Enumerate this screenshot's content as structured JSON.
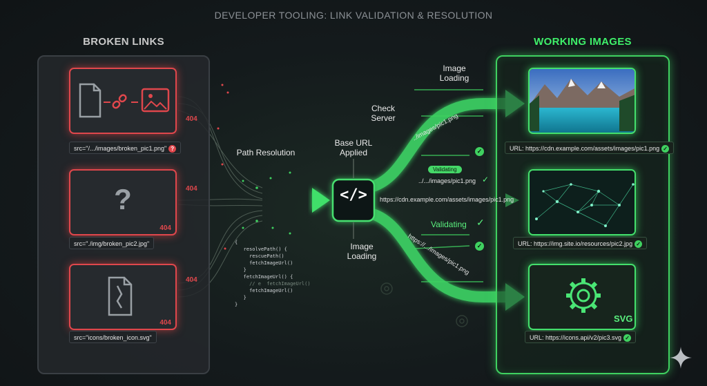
{
  "title": "DEVELOPER TOOLING: LINK VALIDATION & RESOLUTION",
  "broken_panel": {
    "title": "BROKEN LINKS",
    "cards": [
      {
        "icon": "broken-link-file-icon",
        "code": "",
        "src": "src=\"/.../images/broken_pic1.png\""
      },
      {
        "icon": "question-mark-icon",
        "code": "404",
        "src": "src=\"./img/broken_pic2.jpg\""
      },
      {
        "icon": "broken-file-icon",
        "code": "404",
        "src": "src=\"icons/broken_icon.svg\""
      }
    ],
    "side_codes": [
      "404",
      "404",
      "404"
    ]
  },
  "working_panel": {
    "title": "WORKING IMAGES",
    "cards": [
      {
        "icon": "mountain-lake-photo",
        "url": "URL: https://cdn.example.com/assets/images/pic1.png"
      },
      {
        "icon": "network-graph-image",
        "url": "URL: https://img.site.io/resources/pic2.jpg"
      },
      {
        "icon": "gear-icon",
        "url": "URL: https://icons.api/v2/pic3.svg",
        "tag": "SVG"
      }
    ]
  },
  "annotations": {
    "path_resolution": "Path Resolution",
    "base_url": "Base URL Applied",
    "check_server": "Check Server",
    "image_loading_top": "Image Loading",
    "image_loading_bottom": "Image Loading",
    "validating_badge": "Validating",
    "validating": "Validating",
    "path_upper": "../images/pic1.png",
    "path_mid": "../.../images/pic1.png",
    "full_url": "https://cdn.example.com/assets/images/pic1.png",
    "path_lower": "https://.../images/pic1.png"
  },
  "code_lines": [
    "{",
    "   resolvePath() {",
    "     rescuePath()",
    "     fetchImageUrl()",
    "   }",
    "   fetchImageUrl() {",
    "     // e  fetchImageUrl()",
    "     fetchImageUrl()",
    "   }",
    "}"
  ],
  "colors": {
    "accent_green": "#3fd160",
    "error_red": "#e0474c",
    "background": "#141a1c"
  }
}
